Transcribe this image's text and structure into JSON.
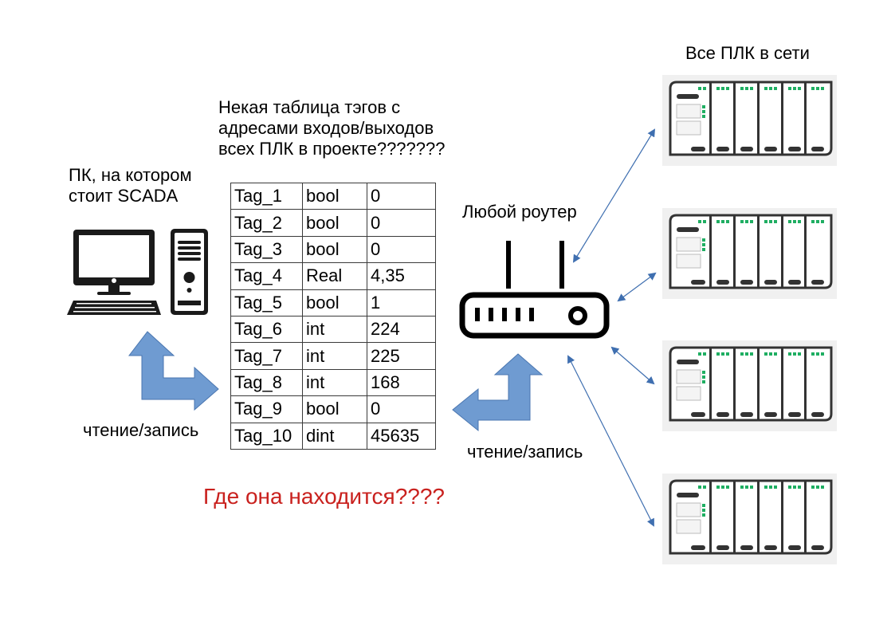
{
  "labels": {
    "pc": [
      "ПК, на котором",
      "стоит SCADA"
    ],
    "table_caption": [
      "Некая таблица тэгов с",
      "адресами входов/выходов",
      "всех ПЛК в проекте???????"
    ],
    "router": "Любой роутер",
    "plcs": "Все ПЛК в сети",
    "read_write_left": "чтение/запись",
    "read_write_right": "чтение/запись",
    "question": "Где она находится????"
  },
  "colors": {
    "question": "#c9211e",
    "arrow_fill": "#6f9bd1",
    "arrow_stroke": "#4a76b0",
    "connector": "#3f6fb0",
    "plc_led": "#1fae62"
  },
  "tag_table": {
    "rows": [
      [
        "Tag_1",
        "bool",
        "0"
      ],
      [
        "Tag_2",
        "bool",
        "0"
      ],
      [
        "Tag_3",
        "bool",
        "0"
      ],
      [
        "Tag_4",
        "Real",
        "4,35"
      ],
      [
        "Tag_5",
        "bool",
        "1"
      ],
      [
        "Tag_6",
        "int",
        "224"
      ],
      [
        "Tag_7",
        "int",
        "225"
      ],
      [
        "Tag_8",
        "int",
        "168"
      ],
      [
        "Tag_9",
        "bool",
        "0"
      ],
      [
        "Tag_10",
        "dint",
        "45635"
      ]
    ]
  },
  "icons": {
    "pc": "desktop-computer-icon",
    "router": "wifi-router-icon",
    "plc": "plc-rack-icon"
  },
  "plc_count": 4
}
